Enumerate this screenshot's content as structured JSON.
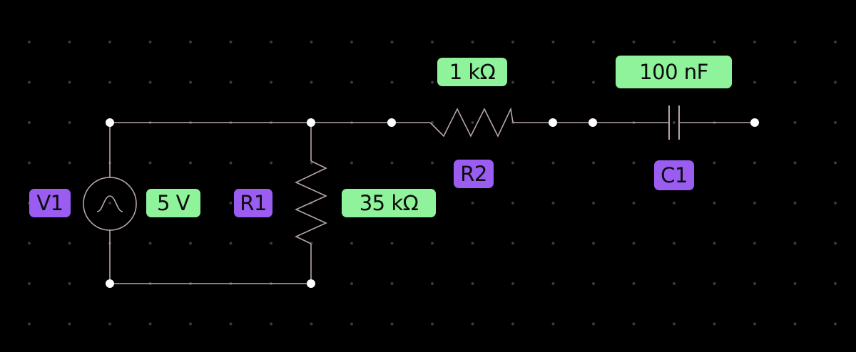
{
  "components": {
    "v1": {
      "designator": "V1",
      "value": "5 V",
      "kind": "ac-voltage-source"
    },
    "r1": {
      "designator": "R1",
      "value": "35 kΩ",
      "kind": "resistor"
    },
    "r2": {
      "designator": "R2",
      "value": "1 kΩ",
      "kind": "resistor"
    },
    "c1": {
      "designator": "C1",
      "value": "100 nF",
      "kind": "capacitor"
    }
  },
  "colors": {
    "background": "#000000",
    "grid_dot": "#3a3a3a",
    "wire": "#b8a6a6",
    "node": "#ffffff",
    "designator_badge": "#9b5cf2",
    "value_badge": "#8ff39b"
  }
}
